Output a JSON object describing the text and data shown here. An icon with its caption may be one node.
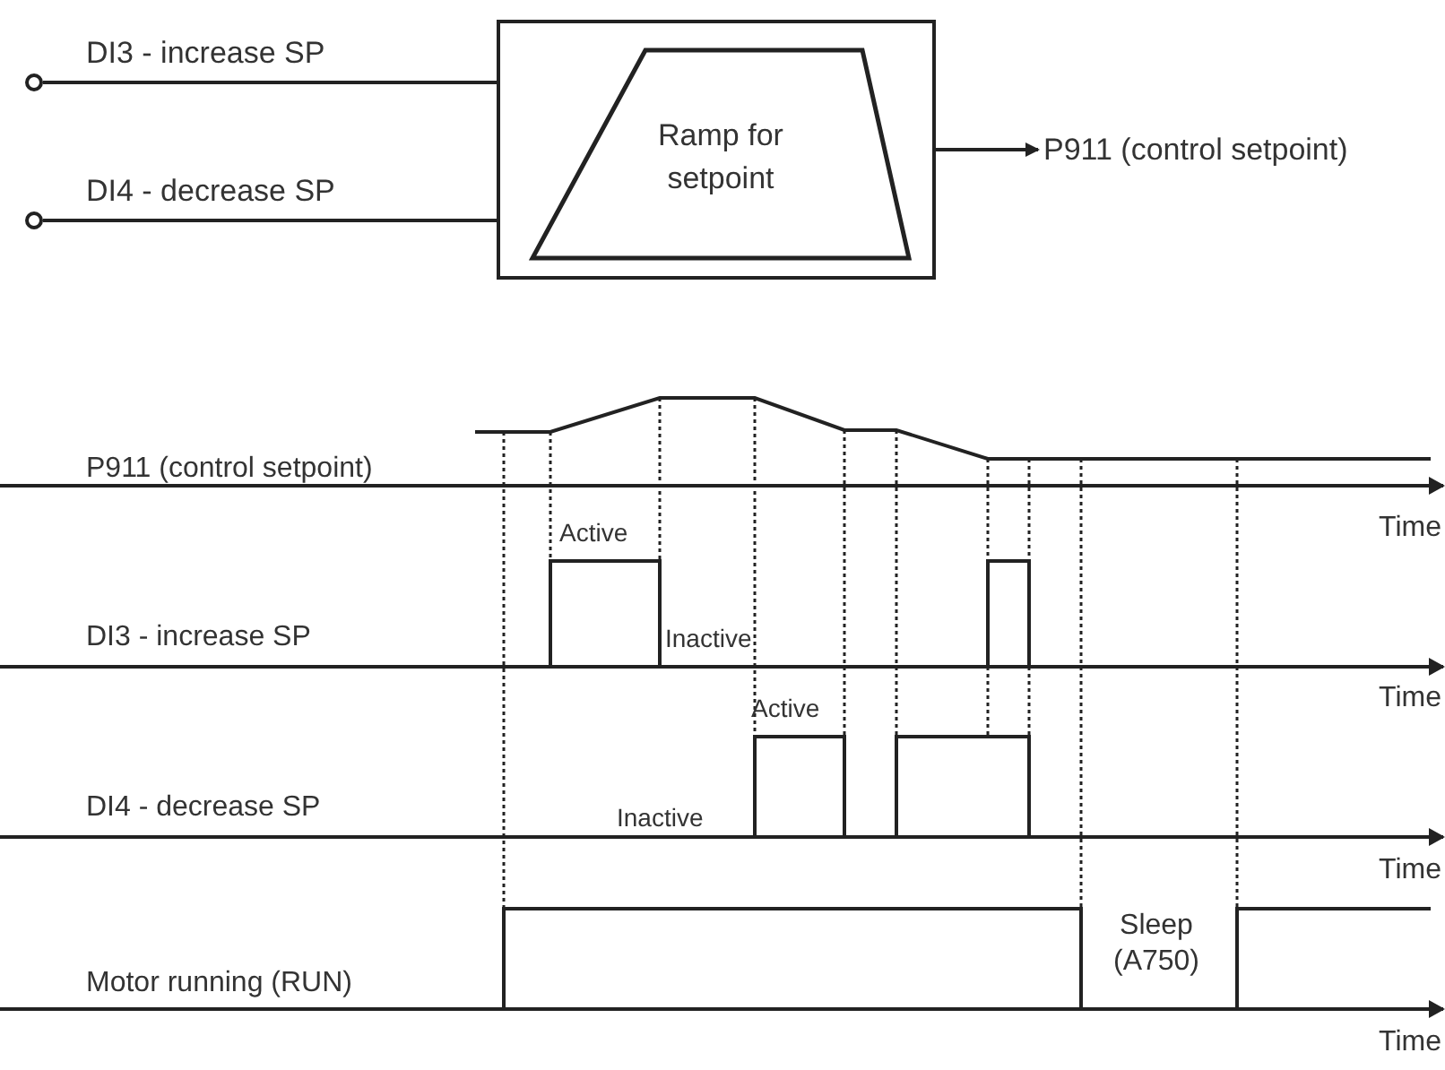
{
  "diagram": {
    "nodes": [
      {
        "text": [],
        "shape": "circle"
      },
      {
        "text": [],
        "shape": "circle"
      },
      {
        "text": [],
        "shape": "box"
      },
      {
        "text": [
          "Ramp for setpoint"
        ],
        "in": 2
      },
      {
        "text": [
          "P911 (control setpoint)"
        ]
      }
    ],
    "edges": [
      {
        "from": 0,
        "to": 2,
        "arrow": "none",
        "label": "DI3 - increase SP"
      },
      {
        "from": 1,
        "to": 2,
        "arrow": "none",
        "label": "DI4 - decrease SP"
      },
      {
        "from": 2,
        "to": 4,
        "arrow": "to"
      }
    ],
    "labels": [
      "P911 (control setpoint)",
      "Time",
      "Active",
      "DI3 - increase SP",
      "Inactive",
      "Time",
      "Active",
      "DI4 - decrease SP",
      "Inactive",
      "Time",
      "Motor running (RUN)",
      "Sleep (A750)",
      "Time"
    ]
  }
}
